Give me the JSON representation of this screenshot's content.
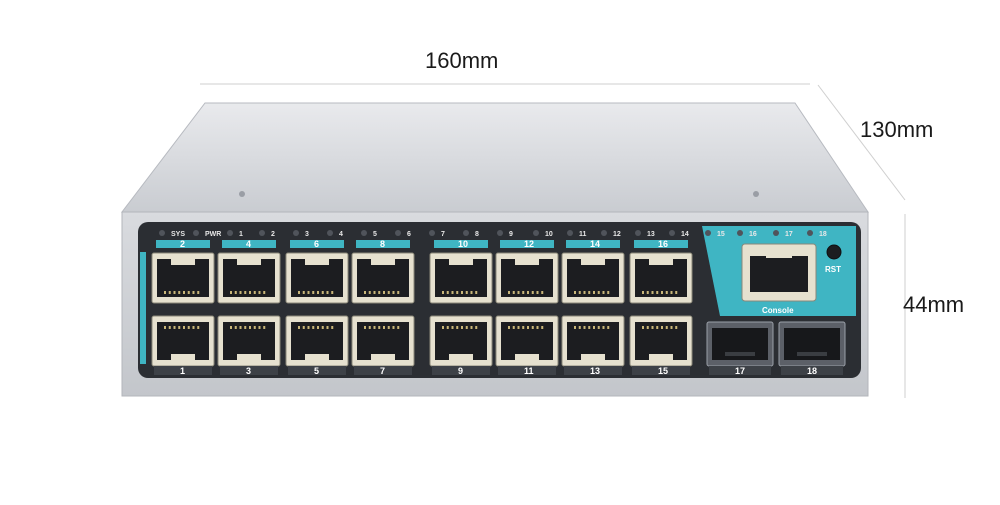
{
  "dimensions": {
    "width": "160mm",
    "depth": "130mm",
    "height": "44mm"
  },
  "led_labels": [
    "SYS",
    "PWR",
    "1",
    "2",
    "3",
    "4",
    "5",
    "6",
    "7",
    "8",
    "9",
    "10",
    "11",
    "12",
    "13",
    "14",
    "15",
    "16",
    "17",
    "18"
  ],
  "top_port_numbers": [
    "2",
    "4",
    "6",
    "8",
    "10",
    "12",
    "14",
    "16"
  ],
  "bottom_port_numbers": [
    "1",
    "3",
    "5",
    "7",
    "9",
    "11",
    "13",
    "15"
  ],
  "sfp_port_numbers": [
    "17",
    "18"
  ],
  "console_label": "Console",
  "reset_label": "RST",
  "colors": {
    "body_silver": "#d6d8dc",
    "front_panel": "#2b2e33",
    "accent_teal": "#3fb5c3",
    "port_frame": "#e6e1cf"
  }
}
